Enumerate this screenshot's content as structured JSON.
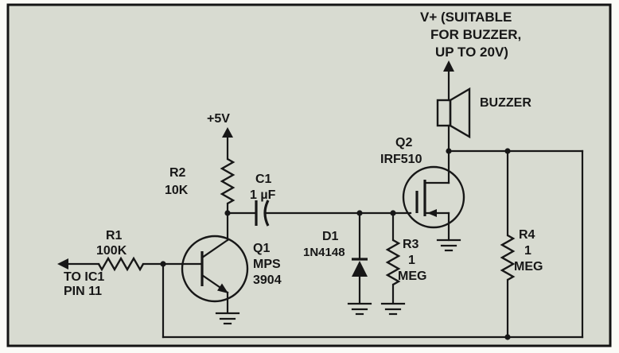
{
  "colors": {
    "panel": "#d8dbd1",
    "ink": "#171717"
  },
  "supply": {
    "line1": "V+ (SUITABLE",
    "line2": "FOR BUZZER,",
    "line3": "UP TO 20V)",
    "vcc": "+5V"
  },
  "input": {
    "line1": "TO IC1",
    "line2": "PIN 11"
  },
  "buzzer": {
    "label": "BUZZER"
  },
  "components": {
    "q1": {
      "ref": "Q1",
      "line1": "MPS",
      "line2": "3904"
    },
    "q2": {
      "ref": "Q2",
      "part": "IRF510"
    },
    "r1": {
      "ref": "R1",
      "value": "100K"
    },
    "r2": {
      "ref": "R2",
      "value": "10K"
    },
    "r3": {
      "ref": "R3",
      "v1": "1",
      "v2": "MEG"
    },
    "r4": {
      "ref": "R4",
      "v1": "1",
      "v2": "MEG"
    },
    "c1": {
      "ref": "C1",
      "value": "1 µF"
    },
    "d1": {
      "ref": "D1",
      "value": "1N4148"
    }
  }
}
